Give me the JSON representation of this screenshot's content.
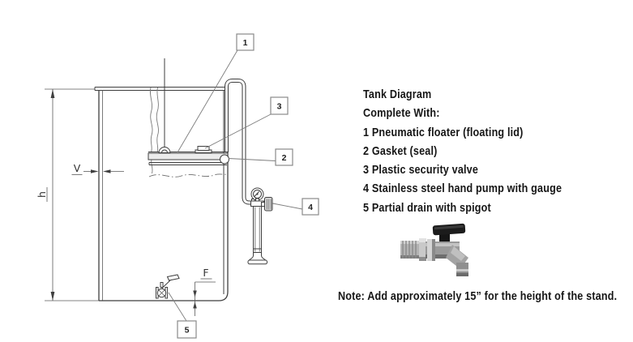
{
  "labels": {
    "h": "h",
    "v": "V",
    "f": "F"
  },
  "callouts": {
    "c1": "1",
    "c2": "2",
    "c3": "3",
    "c4": "4",
    "c5": "5"
  },
  "legend": {
    "title": "Tank Diagram",
    "subtitle": "Complete With:",
    "items": [
      "1 Pneumatic floater (floating lid)",
      "2 Gasket (seal)",
      "3 Plastic security valve",
      "4 Stainless steel hand pump with gauge",
      "5 Partial drain with spigot"
    ]
  },
  "note": "Note: Add approximately 15” for the height of the stand.",
  "colors": {
    "line": "#3f3f3f",
    "text": "#161616",
    "handle": "#1c1c1c",
    "metal": "#9a9a9a"
  }
}
